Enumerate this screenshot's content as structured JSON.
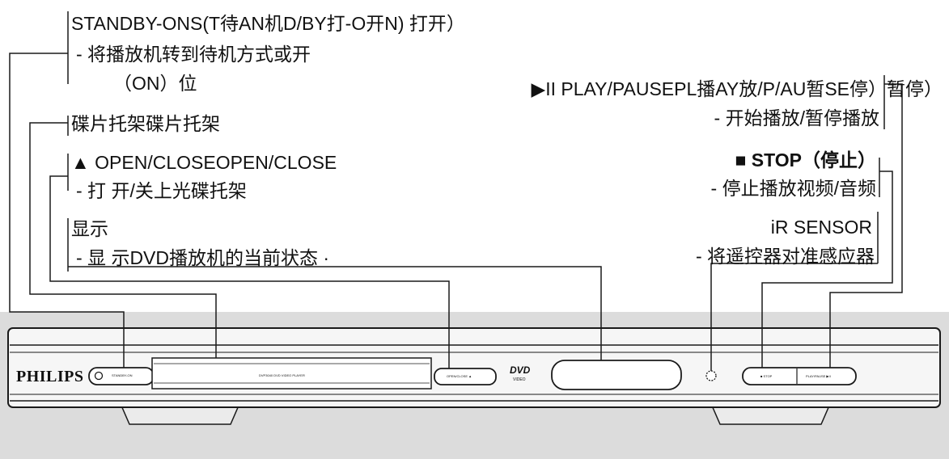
{
  "labels_left": {
    "standby_title": "STANDBY-ONS(T待AN机D/BY打-O开N) 打开）",
    "standby_desc1": "- 将播放机转到待机方式或开",
    "standby_desc2": "（ON）位",
    "tray_title": "碟片托架碟片托架",
    "open_close_title": "▲ OPEN/CLOSEOPEN/CLOSE",
    "open_close_desc": "- 打 开/关上光碟托架",
    "display_title": "显示",
    "display_desc": "- 显 示DVD播放机的当前状态 ·"
  },
  "labels_right": {
    "play_pause_title": "▶II PLAY/PAUSEPL播AY放/P/AU暂SE停）暂停）",
    "play_pause_desc": "- 开始播放/暂停播放",
    "stop_title": "■ STOP（停止）",
    "stop_desc": "- 停止播放视频/音频",
    "ir_title": "iR SENSOR",
    "ir_desc": "- 将遥控器对准感应器"
  },
  "device": {
    "brand": "PHILIPS",
    "standby_button": "STANDBY-ON",
    "tray_label": "DVP3040 DVD VIDEO PLAYER",
    "open_close_button": "OPEN/CLOSE ▲",
    "disc_logo_top": "DVD",
    "disc_logo_bottom": "VIDEO",
    "stop_button": "■ STOP",
    "play_pause_button": "PLAY/PAUSE ▶II"
  },
  "colors": {
    "background_band": "#dcdcdc",
    "panel": "#f6f6f6",
    "line": "#1a1a1a"
  }
}
